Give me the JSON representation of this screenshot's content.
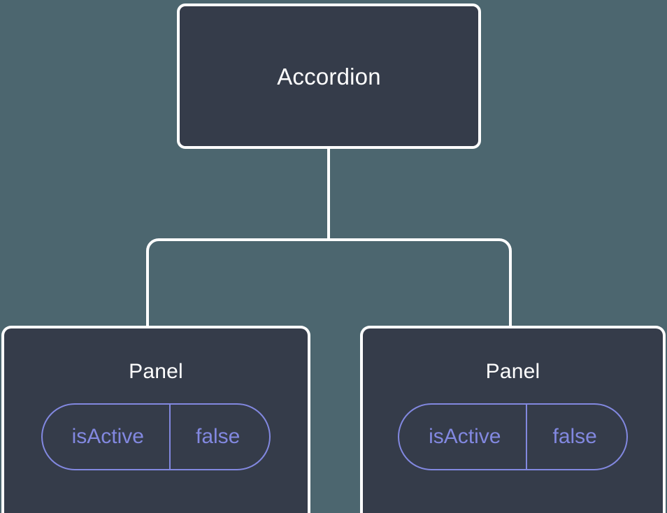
{
  "diagram": {
    "type": "component-tree",
    "background_color": "#4c666f",
    "node_fill_color": "#353c4a",
    "node_border_color": "#ffffff",
    "connector_color": "#ffffff",
    "prop_accent_color": "#8288e0",
    "root": {
      "label": "Accordion"
    },
    "children": [
      {
        "label": "Panel",
        "props": [
          {
            "key": "isActive",
            "value": "false"
          }
        ]
      },
      {
        "label": "Panel",
        "props": [
          {
            "key": "isActive",
            "value": "false"
          }
        ]
      }
    ]
  }
}
